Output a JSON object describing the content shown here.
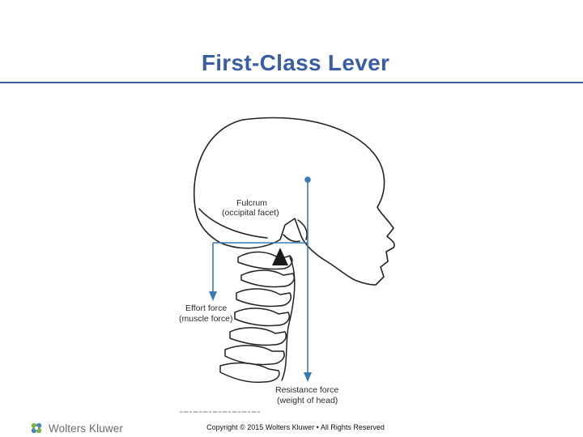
{
  "slide": {
    "title": "First-Class Lever",
    "copyright": "Copyright © 2015 Wolters Kluwer • All Rights Reserved"
  },
  "diagram": {
    "labels": {
      "fulcrum_line1": "Fulcrum",
      "fulcrum_line2": "(occipital facet)",
      "effort_line1": "Effort force",
      "effort_line2": "(muscle force)",
      "resistance_line1": "Resistance force",
      "resistance_line2": "(weight of head)"
    },
    "colors": {
      "force_lines": "#3a7ab8",
      "fulcrum": "#1a1a1a",
      "drawing": "#222222"
    }
  },
  "footer": {
    "brand": "Wolters Kluwer",
    "logo_icon": "wolters-kluwer-logo-icon",
    "colors": {
      "brand_green": "#7bb43b",
      "brand_blue": "#4a87c5",
      "text": "#6a6a6a"
    }
  }
}
